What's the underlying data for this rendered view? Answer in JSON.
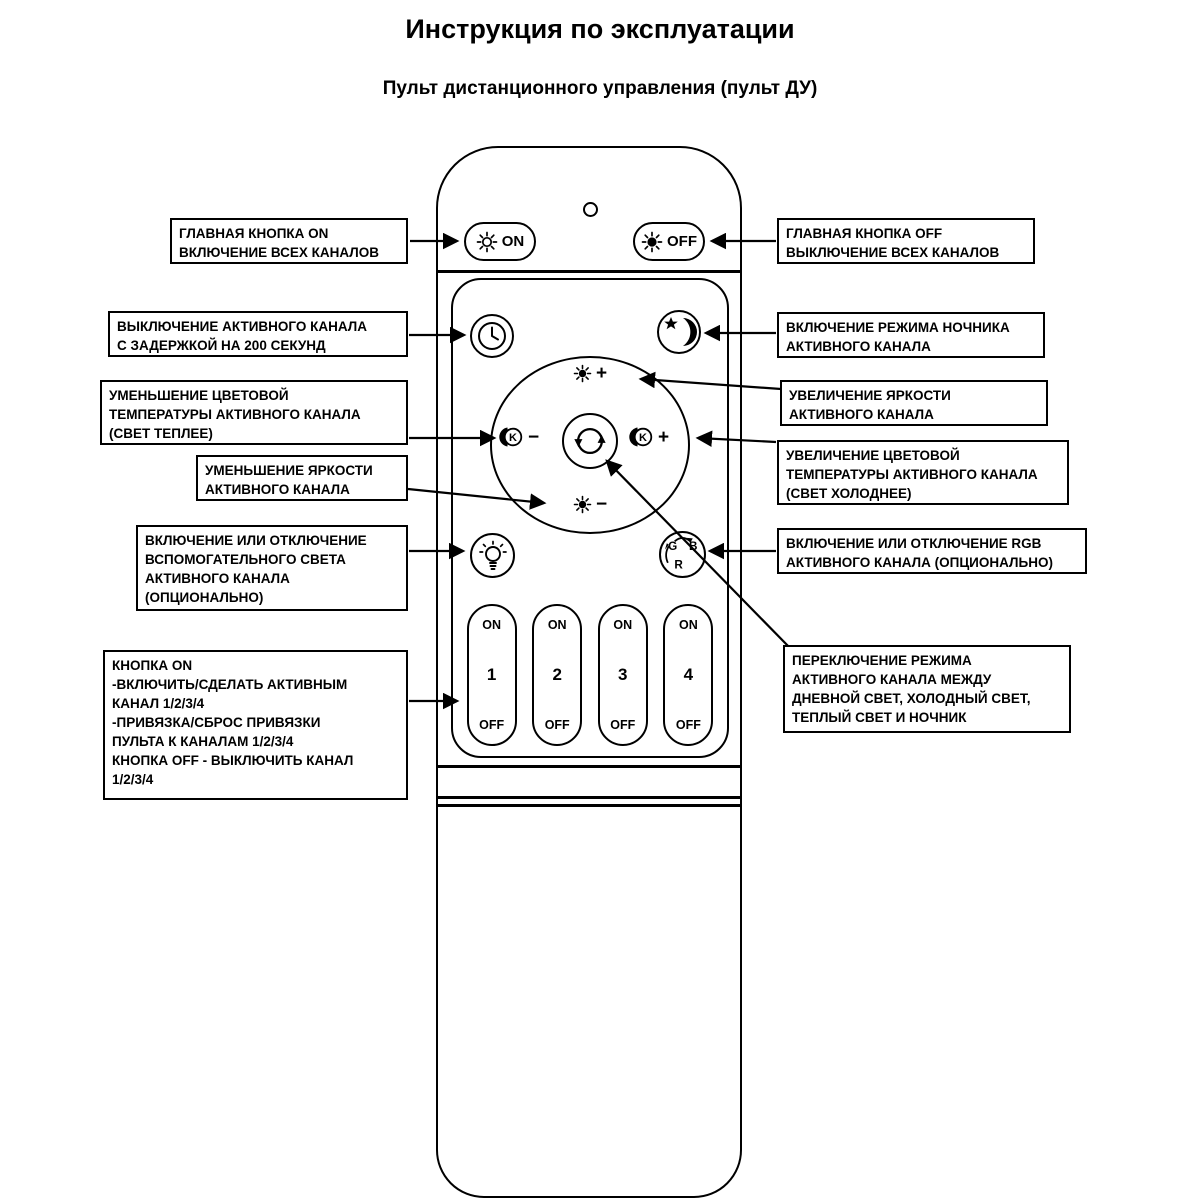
{
  "title": "Инструкция по эксплуатации",
  "subtitle": "Пульт дистанционного управления (пульт ДУ)",
  "remote": {
    "main_on": {
      "label": "ON"
    },
    "main_off": {
      "label": "OFF"
    },
    "brightness_up": {
      "sign": "+"
    },
    "brightness_down": {
      "sign": "−"
    },
    "temp_down": {
      "letter": "K",
      "sign": "−"
    },
    "temp_up": {
      "letter": "K",
      "sign": "+"
    },
    "rgb": {
      "g": "G",
      "b": "B",
      "r": "R"
    },
    "channels": [
      {
        "on": "ON",
        "number": "1",
        "off": "OFF"
      },
      {
        "on": "ON",
        "number": "2",
        "off": "OFF"
      },
      {
        "on": "ON",
        "number": "3",
        "off": "OFF"
      },
      {
        "on": "ON",
        "number": "4",
        "off": "OFF"
      }
    ]
  },
  "icons": {
    "main_on": "sun-outline",
    "main_off": "sun-filled",
    "delay_off": "clock",
    "night_mode": "moon-and-star",
    "brightness": "sun-small-filled",
    "color_temp": "k-eclipse",
    "mode_cycle": "cycle-arrows",
    "aux_light": "bulb",
    "rgb": "rgb-cycle-letters"
  },
  "colors": {
    "ink": "#000000",
    "background": "#ffffff"
  },
  "callouts": {
    "left": [
      {
        "text": "ГЛАВНАЯ КНОПКА ON\nВКЛЮЧЕНИЕ ВСЕХ КАНАЛОВ"
      },
      {
        "text": "ВЫКЛЮЧЕНИЕ АКТИВНОГО КАНАЛА\nС ЗАДЕРЖКОЙ НА 200 СЕКУНД"
      },
      {
        "text": "УМЕНЬШЕНИЕ ЦВЕТОВОЙ\nТЕМПЕРАТУРЫ АКТИВНОГО КАНАЛА\n(СВЕТ ТЕПЛЕЕ)"
      },
      {
        "text": "УМЕНЬШЕНИЕ ЯРКОСТИ\nАКТИВНОГО КАНАЛА"
      },
      {
        "text": "ВКЛЮЧЕНИЕ ИЛИ ОТКЛЮЧЕНИЕ\nВСПОМОГАТЕЛЬНОГО СВЕТА\nАКТИВНОГО КАНАЛА\n(ОПЦИОНАЛЬНО)"
      },
      {
        "text": "КНОПКА ON\n-ВКЛЮЧИТЬ/СДЕЛАТЬ АКТИВНЫМ\nКАНАЛ 1/2/3/4\n-ПРИВЯЗКА/СБРОС ПРИВЯЗКИ\nПУЛЬТА К КАНАЛАМ 1/2/3/4\nКНОПКА OFF - ВЫКЛЮЧИТЬ КАНАЛ\n1/2/3/4"
      }
    ],
    "right": [
      {
        "text": "ГЛАВНАЯ КНОПКА OFF\nВЫКЛЮЧЕНИЕ ВСЕХ КАНАЛОВ"
      },
      {
        "text": "ВКЛЮЧЕНИЕ РЕЖИМА НОЧНИКА\nАКТИВНОГО КАНАЛА"
      },
      {
        "text": "УВЕЛИЧЕНИЕ ЯРКОСТИ\nАКТИВНОГО КАНАЛА"
      },
      {
        "text": "УВЕЛИЧЕНИЕ ЦВЕТОВОЙ\nТЕМПЕРАТУРЫ АКТИВНОГО КАНАЛА\n(СВЕТ ХОЛОДНЕЕ)"
      },
      {
        "text": "ВКЛЮЧЕНИЕ ИЛИ ОТКЛЮЧЕНИЕ RGB\nАКТИВНОГО КАНАЛА (ОПЦИОНАЛЬНО)"
      },
      {
        "text": "ПЕРЕКЛЮЧЕНИЕ РЕЖИМА\nАКТИВНОГО КАНАЛА МЕЖДУ\nДНЕВНОЙ СВЕТ, ХОЛОДНЫЙ СВЕТ,\nТЕПЛЫЙ СВЕТ И НОЧНИК"
      }
    ]
  }
}
